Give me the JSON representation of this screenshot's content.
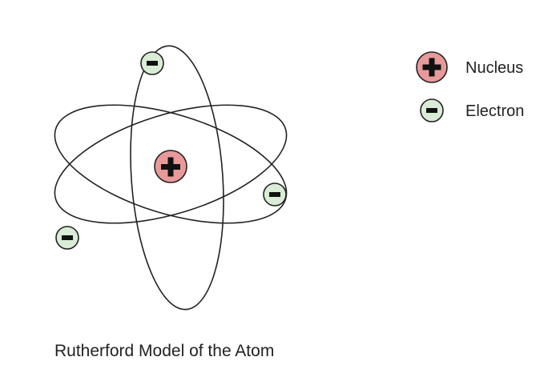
{
  "caption": "Rutherford Model of the Atom",
  "legend": {
    "items": [
      {
        "label": "Nucleus",
        "icon": "plus-icon"
      },
      {
        "label": "Electron",
        "icon": "minus-icon"
      }
    ]
  },
  "colors": {
    "nucleus_fill": "#e89a9a",
    "electron_fill": "#d9ecd6",
    "outline": "#222222",
    "text": "#222222"
  }
}
